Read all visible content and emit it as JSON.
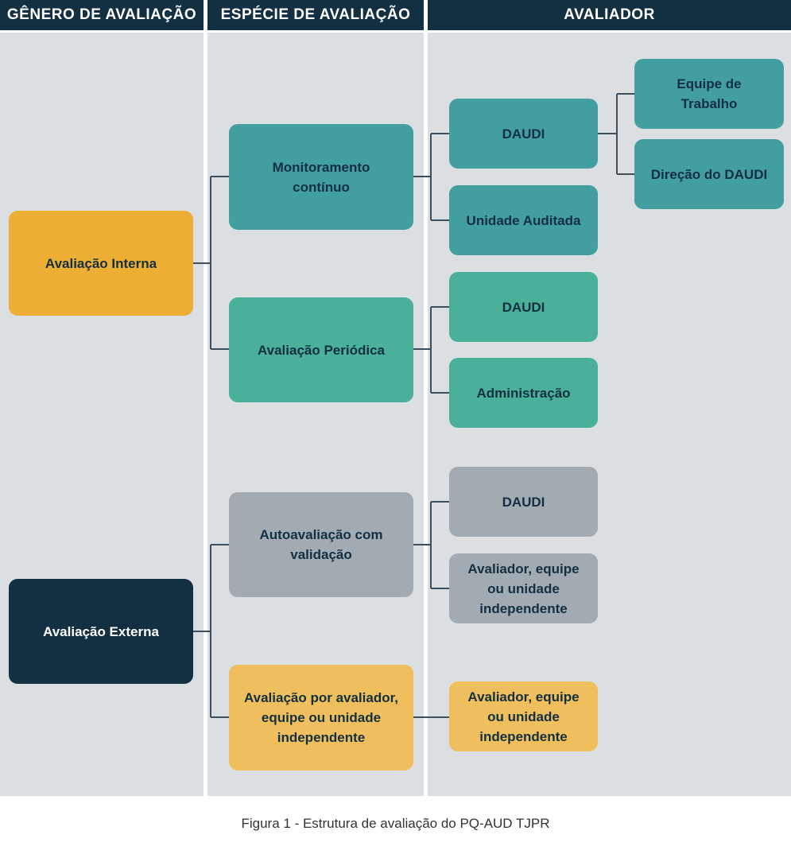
{
  "headers": {
    "genero": "GÊNERO DE AVALIAÇÃO",
    "especie": "ESPÉCIE DE AVALIAÇÃO",
    "avaliador": "AVALIADOR"
  },
  "colors": {
    "header": "#132f42",
    "column_bg": "#dcdfe2",
    "orange": "#ecae35",
    "navy": "#132f42",
    "teal": "#439ea0",
    "green": "#4bb09a",
    "gray": "#a2abb1",
    "yellow": "#f0bf5d",
    "connector": "#3d4f5c"
  },
  "genero": {
    "interna": "Avaliação Interna",
    "externa": "Avaliação Externa"
  },
  "especie": {
    "monitoramento": [
      "Monitoramento",
      "contínuo"
    ],
    "periodica": "Avaliação Periódica",
    "autoavaliacao": [
      "Autoavaliação com",
      "validação"
    ],
    "por_avaliador": [
      "Avaliação por avaliador,",
      "equipe ou unidade",
      "independente"
    ]
  },
  "avaliador": {
    "monitoramento_daudi": "DAUDI",
    "unidade_auditada": "Unidade Auditada",
    "periodica_daudi": "DAUDI",
    "administracao": "Administração",
    "auto_daudi": "DAUDI",
    "auto_independente": [
      "Avaliador, equipe",
      "ou unidade",
      "independente"
    ],
    "ext_independente": [
      "Avaliador, equipe",
      "ou unidade",
      "independente"
    ]
  },
  "sub_avaliador": {
    "equipe_trabalho": [
      "Equipe de",
      "Trabalho"
    ],
    "direcao_daudi": "Direção do DAUDI"
  },
  "caption": "Figura 1 - Estrutura de avaliação do PQ-AUD TJPR"
}
